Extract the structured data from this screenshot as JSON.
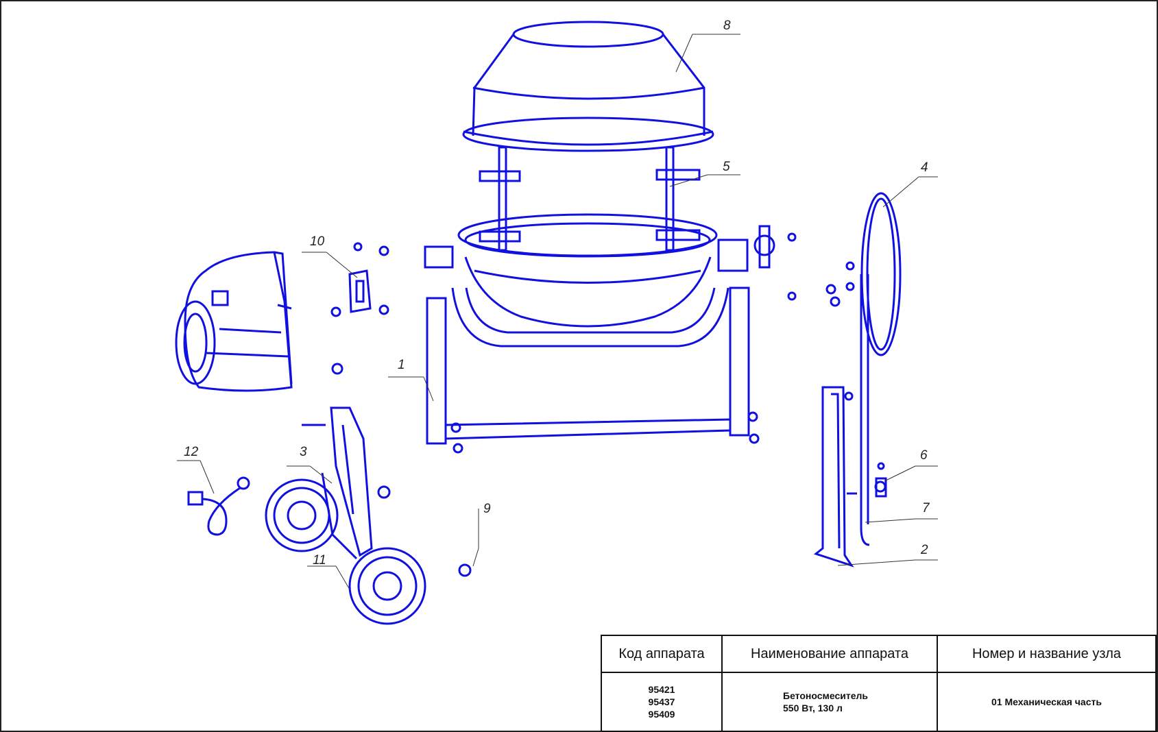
{
  "diagram": {
    "line_color": "#1010e0",
    "leader_color": "#333333",
    "callouts": [
      "1",
      "2",
      "3",
      "4",
      "5",
      "6",
      "7",
      "8",
      "9",
      "10",
      "11",
      "12"
    ]
  },
  "title_block": {
    "headers": {
      "code": "Код аппарата",
      "name": "Наименование аппарата",
      "unit": "Номер и название узла"
    },
    "codes": [
      "95421",
      "95437",
      "95409"
    ],
    "name_lines": [
      "Бетоносмеситель",
      "550 Вт, 130 л"
    ],
    "unit": "01 Механическая часть"
  }
}
